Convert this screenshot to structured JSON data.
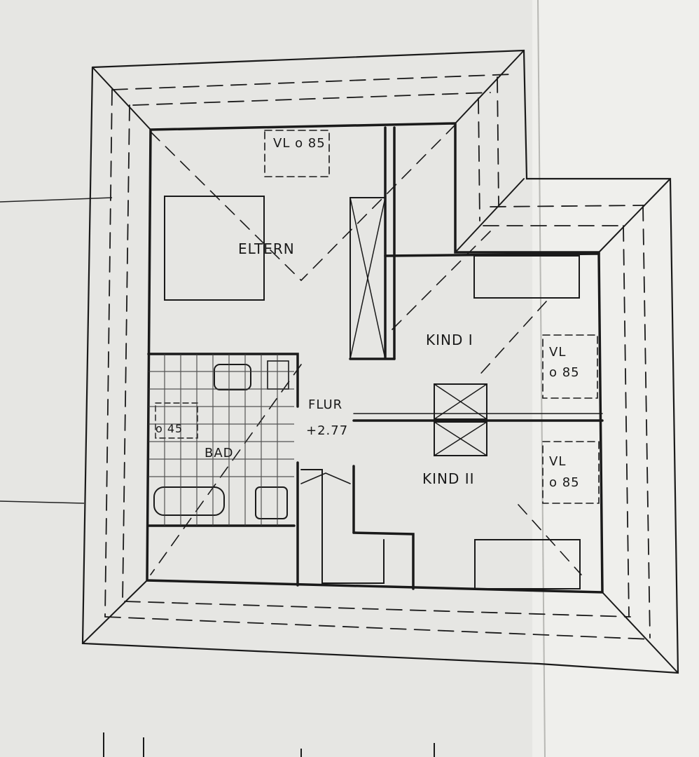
{
  "colors": {
    "paper_left": "#e6e6e3",
    "paper_right": "#efefec",
    "ink": "#1a1a1a",
    "tile_ink": "#3a3a3a"
  },
  "rooms": {
    "eltern": "ELTERN",
    "kind1": "KIND I",
    "kind2": "KIND II",
    "bad": "BAD",
    "flur": "FLUR",
    "flur_level": "+2.77"
  },
  "windows": {
    "top_label": "VL o 85",
    "right1_vl": "VL",
    "right1_size": "o 85",
    "right2_vl": "VL",
    "right2_size": "o 85",
    "bad_label": "o 45"
  }
}
